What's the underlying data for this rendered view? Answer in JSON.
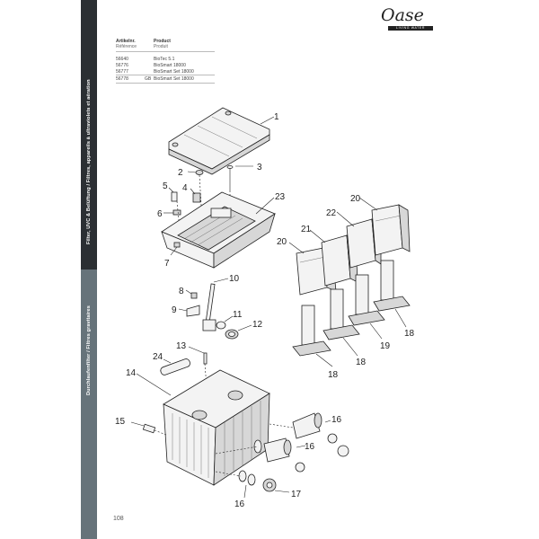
{
  "brand": {
    "logo_text": "Oase",
    "logo_tagline": "LIVING WATER"
  },
  "sidebar": {
    "top_text": "Filter, UVC & Belüftung / Filtres, appareils à ultraviolets et aération",
    "bottom_text": "Durchlaufenfilter / Filtres gravitaires"
  },
  "table": {
    "header_ref_de": "Artikelnr.",
    "header_ref_fr": "Référence",
    "header_product_de": "Product",
    "header_product_fr": "Produit",
    "rows": [
      {
        "ref": "56640",
        "extra": "",
        "product": "BioTec 5.1"
      },
      {
        "ref": "56776",
        "extra": "",
        "product": "BioSmart 18000"
      },
      {
        "ref": "56777",
        "extra": "",
        "product": "BioSmart Set 18000"
      },
      {
        "ref": "56778",
        "extra": "GB",
        "product": "BioSmart Set 18000"
      }
    ]
  },
  "page_number": "108",
  "callouts": [
    "1",
    "2",
    "3",
    "4",
    "5",
    "6",
    "7",
    "8",
    "9",
    "10",
    "11",
    "12",
    "13",
    "14",
    "15",
    "16",
    "16",
    "16",
    "17",
    "18",
    "18",
    "18",
    "19",
    "20",
    "20",
    "21",
    "22",
    "23",
    "24"
  ]
}
